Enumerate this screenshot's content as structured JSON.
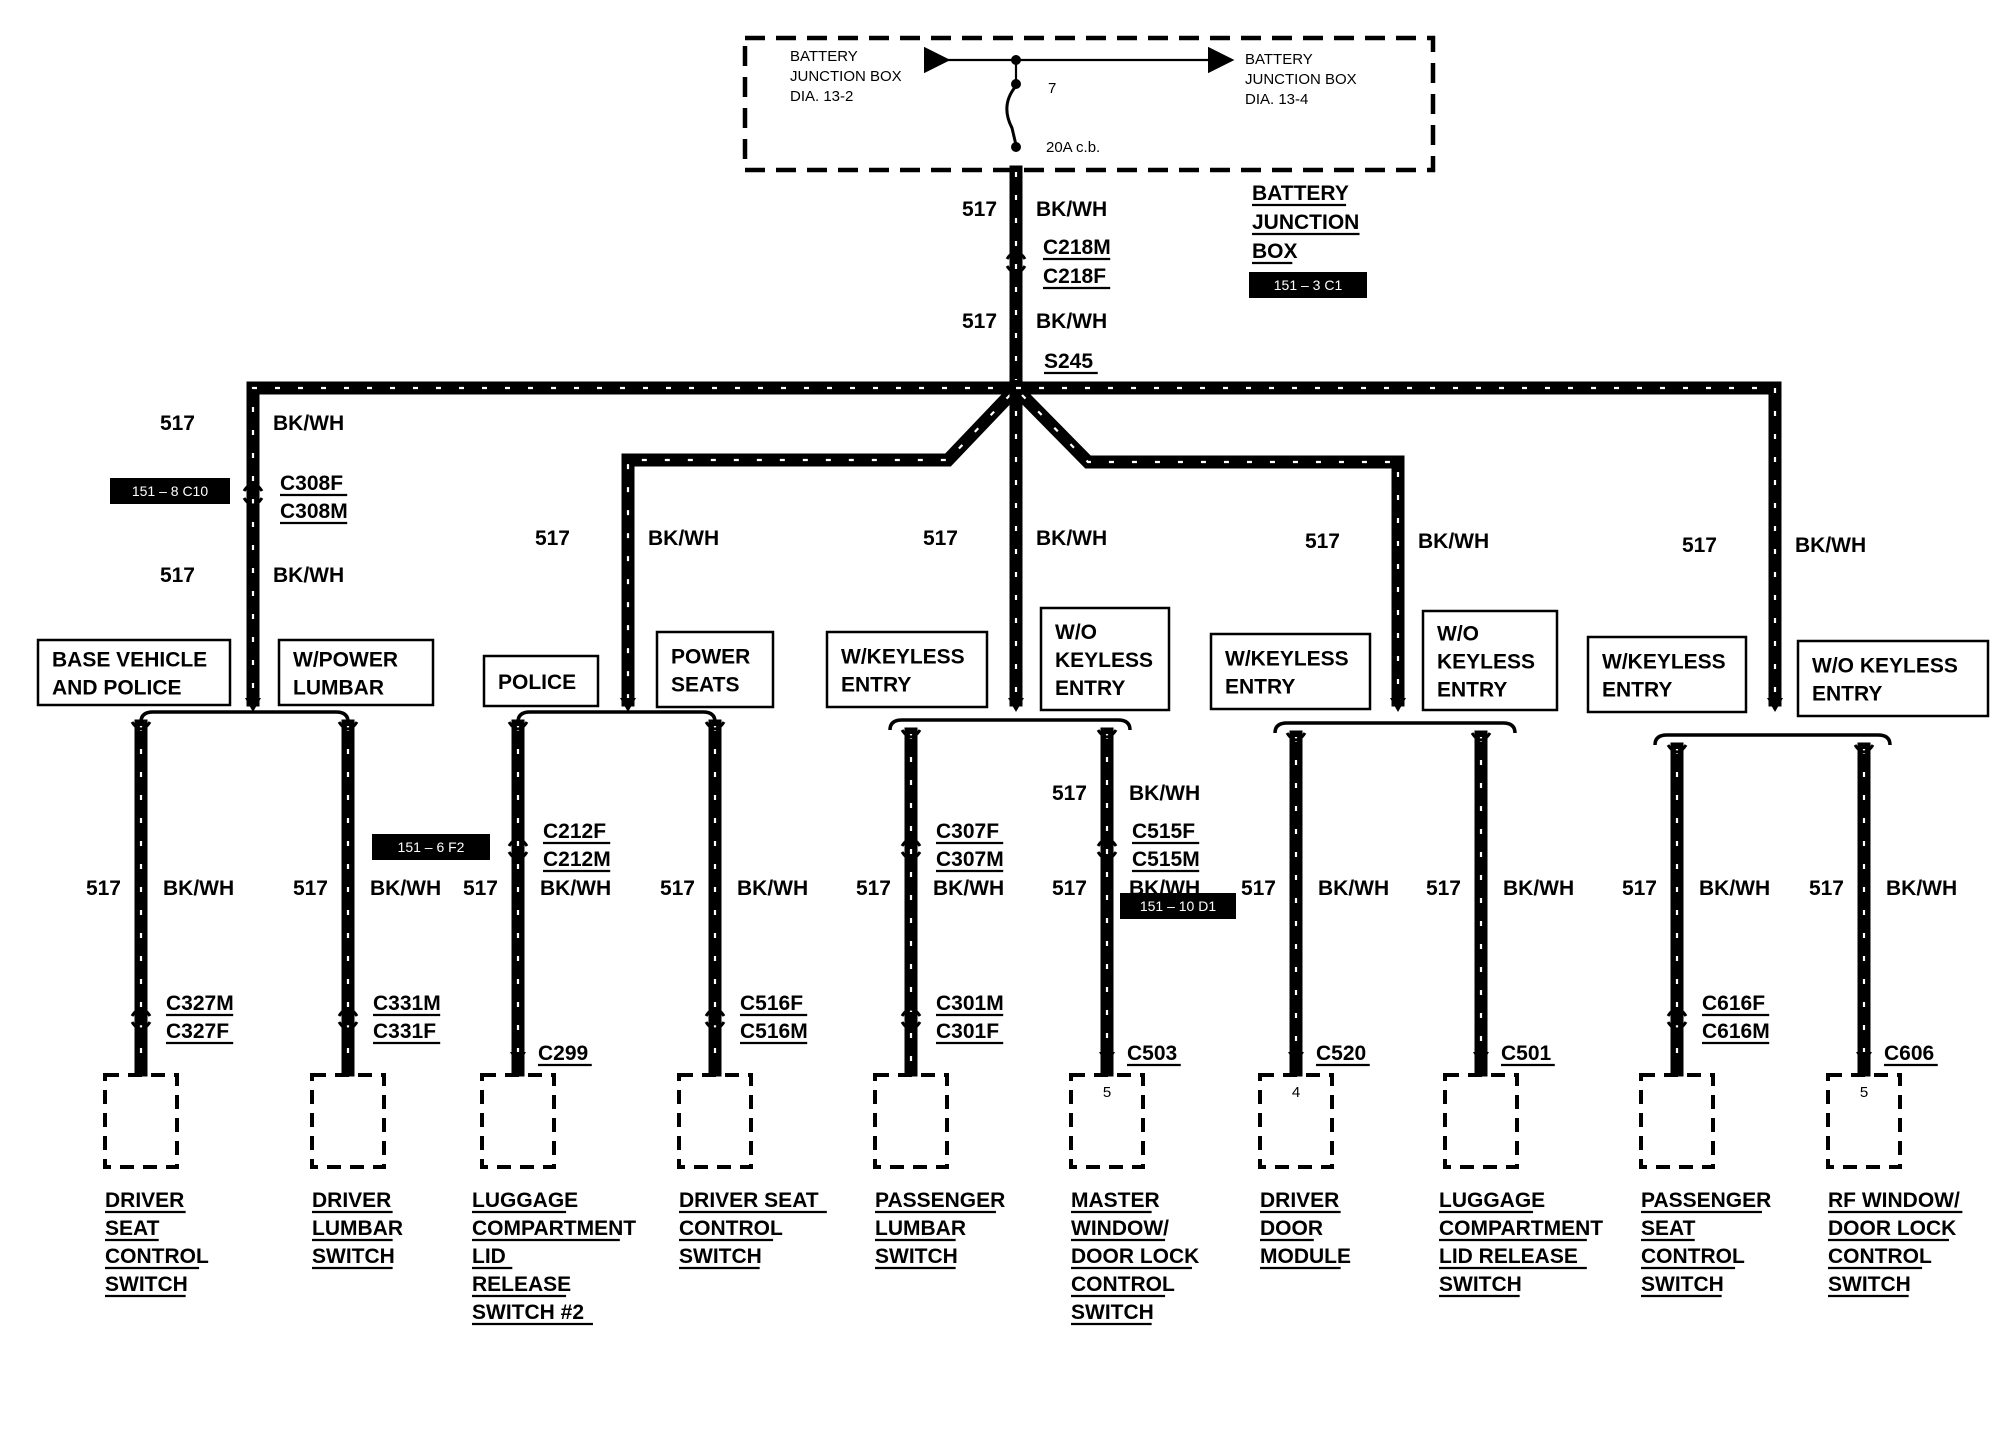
{
  "battery_box": {
    "left_ref": [
      "BATTERY",
      "JUNCTION BOX",
      "DIA.  13-2"
    ],
    "right_ref": [
      "BATTERY",
      "JUNCTION BOX",
      "DIA.  13-4"
    ],
    "fuse_number": "7",
    "breaker": "20A c.b.",
    "name": [
      "BATTERY",
      "JUNCTION",
      "BOX"
    ],
    "name_ref": "151 – 3 C1"
  },
  "main_feed": {
    "circuit": "517",
    "color": "BK/WH",
    "connector_top": "C218M",
    "connector_bottom": "C218F",
    "splice": "S245"
  },
  "branches": [
    {
      "circuit": "517",
      "color": "BK/WH",
      "inline": {
        "circuit2": "517",
        "color2": "BK/WH",
        "connector_top": "C308F",
        "connector_bottom": "C308M",
        "ref": "151 – 8 C10"
      },
      "options": [
        "BASE VEHICLE\nAND POLICE",
        "W/POWER\nLUMBAR"
      ],
      "loads": [
        {
          "circuit": "517",
          "color": "BK/WH",
          "connector_top": "C327M",
          "connector_bottom": "C327F",
          "pin": "",
          "component": [
            "DRIVER",
            "SEAT",
            "CONTROL",
            "SWITCH"
          ]
        },
        {
          "circuit": "517",
          "color": "BK/WH",
          "connector_top": "C331M",
          "connector_bottom": "C331F",
          "pin": "",
          "component": [
            "DRIVER",
            "LUMBAR",
            "SWITCH"
          ]
        }
      ]
    },
    {
      "circuit": "517",
      "color": "BK/WH",
      "options": [
        "POLICE",
        "POWER\nSEATS"
      ],
      "loads": [
        {
          "circuit": "517",
          "color": "BK/WH",
          "inline_top": "C212F",
          "inline_bottom": "C212M",
          "ref": "151 – 6 F2",
          "connector": "C299",
          "pin": "",
          "component": [
            "LUGGAGE",
            "COMPARTMENT",
            "LID",
            "RELEASE",
            "SWITCH #2"
          ]
        },
        {
          "circuit": "517",
          "color": "BK/WH",
          "connector_top": "C516F",
          "connector_bottom": "C516M",
          "pin": "",
          "component": [
            "DRIVER SEAT",
            "CONTROL",
            "SWITCH"
          ]
        }
      ]
    },
    {
      "circuit": "517",
      "color": "BK/WH",
      "options": [
        "W/KEYLESS\nENTRY",
        "W/O\nKEYLESS\nENTRY"
      ],
      "loads": [
        {
          "circuit": "517",
          "color": "BK/WH",
          "inline_top": "C307F",
          "inline_bottom": "C307M",
          "connector_top": "C301M",
          "connector_bottom": "C301F",
          "pin": "",
          "component": [
            "PASSENGER",
            "LUMBAR",
            "SWITCH"
          ]
        },
        {
          "circuit": "517",
          "color": "BK/WH",
          "circuit_top": "517",
          "color_top": "BK/WH",
          "inline_top": "C515F",
          "inline_bottom": "C515M",
          "ref": "151 – 10 D1",
          "connector": "C503",
          "pin": "5",
          "component": [
            "MASTER",
            "WINDOW/",
            "DOOR LOCK",
            "CONTROL",
            "SWITCH"
          ]
        }
      ]
    },
    {
      "circuit": "517",
      "color": "BK/WH",
      "options": [
        "W/KEYLESS\nENTRY",
        "W/O\nKEYLESS\nENTRY"
      ],
      "loads": [
        {
          "circuit": "517",
          "color": "BK/WH",
          "connector": "C520",
          "pin": "4",
          "component": [
            "DRIVER",
            "DOOR",
            "MODULE"
          ]
        },
        {
          "circuit": "517",
          "color": "BK/WH",
          "connector": "C501",
          "pin": "",
          "component": [
            "LUGGAGE",
            "COMPARTMENT",
            "LID RELEASE",
            "SWITCH"
          ]
        }
      ]
    },
    {
      "circuit": "517",
      "color": "BK/WH",
      "options": [
        "W/KEYLESS\nENTRY",
        "W/O KEYLESS\nENTRY"
      ],
      "loads": [
        {
          "circuit": "517",
          "color": "BK/WH",
          "connector_top": "C616F",
          "connector_bottom": "C616M",
          "pin": "",
          "component": [
            "PASSENGER",
            "SEAT",
            "CONTROL",
            "SWITCH"
          ]
        },
        {
          "circuit": "517",
          "color": "BK/WH",
          "connector": "C606",
          "pin": "5",
          "component": [
            "RF WINDOW/",
            "DOOR LOCK",
            "CONTROL",
            "SWITCH"
          ]
        }
      ]
    }
  ]
}
